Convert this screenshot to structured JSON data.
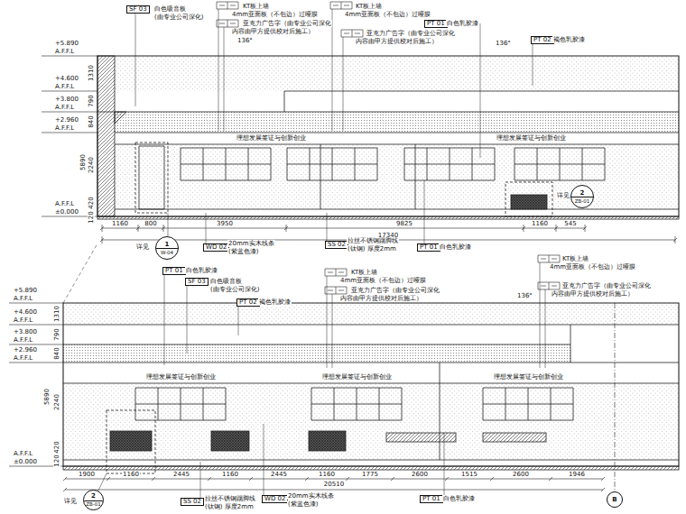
{
  "diagram": {
    "nodes": [
      {
        "text": [
          "2",
          "ZB-01"
        ]
      },
      {
        "text": [
          "1",
          "W-04"
        ]
      },
      {
        "text": [
          "2",
          "ZB-01"
        ]
      },
      {
        "text": [
          "B"
        ]
      }
    ],
    "labels": [
      "+5.890",
      "A.F.F.L",
      "+4.600",
      "A.F.F.L",
      "+3.800",
      "A.F.F.L",
      "+2.960",
      "A.F.F.L",
      "A.F.F.L",
      "±0.000",
      "1310",
      "790",
      "840",
      "2240",
      "420",
      "120",
      "5890",
      "SF 03",
      "白色吸音板",
      "(由专业公司深化)",
      "KT板上墙",
      "4mm亚面板（不包边）过哑膜",
      "亚克力广告字（由专业公司深化",
      "内容由甲方提供校对后施工）",
      "136°",
      "KT板上墙",
      "4mm亚面板（不包边）过哑膜",
      "亚克力广告字（由专业公司深化",
      "内容由甲方提供校对后施工）",
      "136°",
      "PT 01",
      "白色乳胶漆",
      "PT 02",
      "褐色乳胶漆",
      "理想发展签证与创新创业",
      "理想发展签证与创新创业",
      "详见",
      "1160",
      "800",
      "3950",
      "9825",
      "1160",
      "545",
      "17340",
      "详见",
      "WD 02",
      "20mm实木线条",
      "(紫蓝色漆)",
      "SS 02",
      "拉丝不锈钢踢脚线",
      "(钛钢) 厚度2mm",
      "PT 01",
      "白色乳胶漆",
      "+5.890",
      "A.F.F.L",
      "+4.600",
      "A.F.F.L",
      "+3.800",
      "A.F.F.L",
      "+2.960",
      "A.F.F.L",
      "A.F.F.L",
      "±0.000",
      "1310",
      "790",
      "840",
      "2240",
      "420",
      "120",
      "5890",
      "PT 01",
      "白色乳胶漆",
      "SF 03",
      "白色吸音板",
      "(由专业公司深化)",
      "PT 02",
      "褐色乳胶漆",
      "KT板上墙",
      "4mm亚面板（不包边）过哑膜",
      "亚克力广告字（由专业公司深化",
      "内容由甲方提供校对后施工）",
      "KT板上墙",
      "4mm亚面板（不包边）过哑膜",
      "亚克力广告字（由专业公司深化",
      "内容由甲方提供校对后施工）",
      "136°",
      "理想发展签证与创新创业",
      "理想发展签证与创新创业",
      "理想发展签证与创新创业",
      "1900",
      "1160",
      "2445",
      "1160",
      "2445",
      "1160",
      "1775",
      "2600",
      "1515",
      "2600",
      "1946",
      "20510",
      "详见",
      "SS 02",
      "拉丝不锈钢踢脚线",
      "(钛钢) 厚度2mm",
      "WD 02",
      "20mm实木线条",
      "(紫蓝色漆)",
      "PT 01",
      "白色乳胶漆"
    ]
  }
}
